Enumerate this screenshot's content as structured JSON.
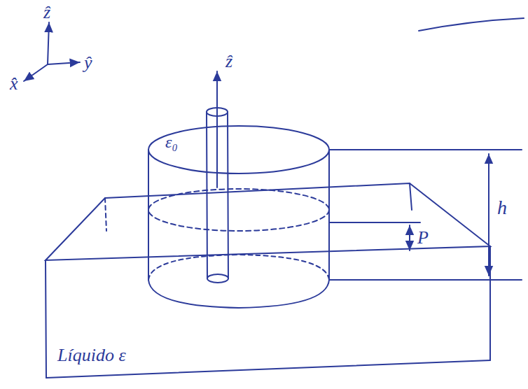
{
  "diagram": {
    "labels": [
      "ẑ",
      "ŷ",
      "x̂",
      "ẑ",
      "ε₀",
      "h",
      "P",
      "Líquido ε"
    ]
  }
}
